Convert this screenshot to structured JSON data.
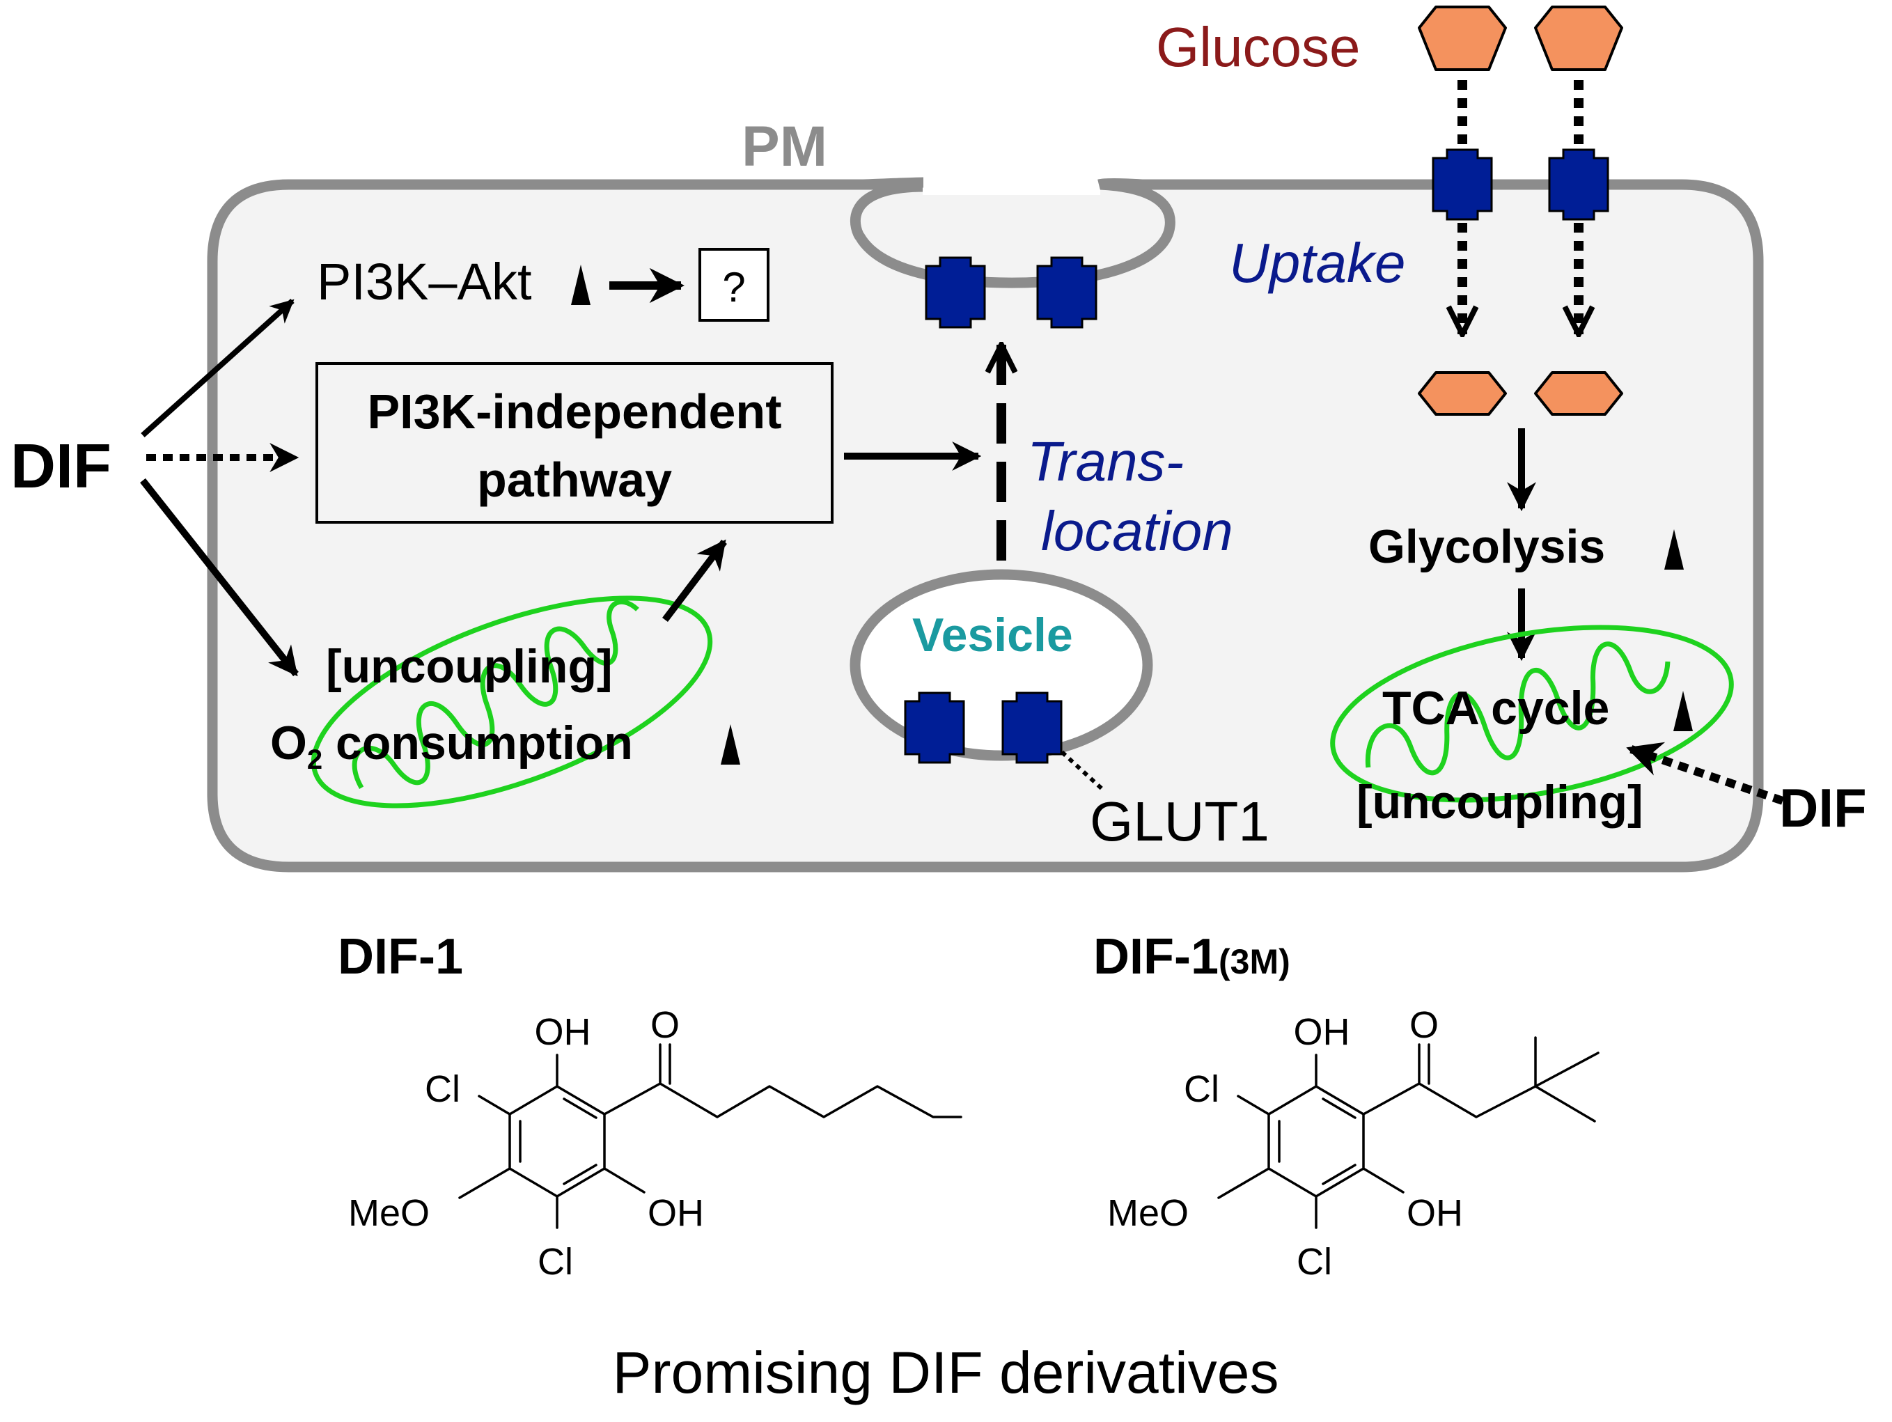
{
  "colors": {
    "glucose_text": "#8B1A1A",
    "glucose_fill": "#F4925E",
    "glut1_fill": "#001E96",
    "mitochondrion_stroke": "#1ED21E",
    "vesicle_text": "#1A9AA0",
    "process_text": "#0A1A8C",
    "membrane": "#8C8C8C",
    "cell_fill": "#F3F3F3"
  },
  "labels": {
    "pm": "PM",
    "glucose": "Glucose",
    "dif_left": "DIF",
    "dif_right": "DIF",
    "pi3k_akt": "PI3K–Akt",
    "unknown": "?",
    "pi3k_independent_line1": "PI3K-independent",
    "pi3k_independent_line2": "pathway",
    "uncoupling_left": "[uncoupling]",
    "o2_o": "O",
    "o2_sub": "2",
    "o2_rest": " consumption",
    "translocation_line1": "Trans-",
    "translocation_line2": "location",
    "vesicle": "Vesicle",
    "glut1": "GLUT1",
    "uptake": "Uptake",
    "glycolysis": "Glycolysis",
    "tca": "TCA cycle",
    "uncoupling_right": "[uncoupling]"
  },
  "icons": {
    "increase": "up-triangle-icon",
    "glucose": "hexagon-icon",
    "glut1": "cross-transporter-icon",
    "mitochondrion": "mitochondrion-icon"
  },
  "compounds": {
    "dif1": {
      "name": "DIF-1",
      "oh_top": "OH",
      "o": "O",
      "cl_top": "Cl",
      "meo": "MeO",
      "oh_bottom": "OH",
      "cl_bottom": "Cl"
    },
    "dif13m": {
      "name": "DIF-1",
      "name_sub": "(3M)",
      "oh_top": "OH",
      "o": "O",
      "cl_top": "Cl",
      "meo": "MeO",
      "oh_bottom": "OH",
      "cl_bottom": "Cl"
    },
    "caption": "Promising DIF derivatives"
  }
}
